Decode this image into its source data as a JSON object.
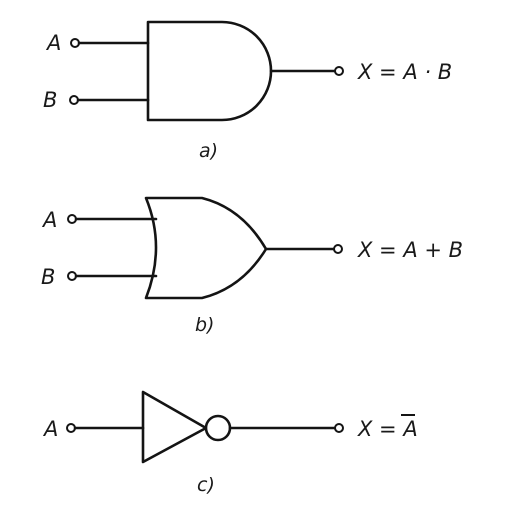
{
  "gates": {
    "and": {
      "input_a": "A",
      "input_b": "B",
      "output": "X = A · B",
      "caption": "a)"
    },
    "or": {
      "input_a": "A",
      "input_b": "B",
      "output": "X = A + B",
      "caption": "b)"
    },
    "not": {
      "input_a": "A",
      "output_prefix": "X = ",
      "output_var": "A",
      "caption": "c)"
    }
  },
  "colors": {
    "ink": "#141414",
    "paper": "#ffffff"
  }
}
